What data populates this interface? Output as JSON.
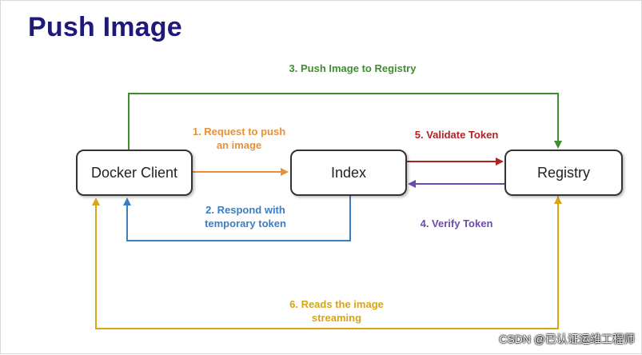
{
  "title": "Push Image",
  "nodes": {
    "client": "Docker Client",
    "index": "Index",
    "registry": "Registry"
  },
  "edges": {
    "push": "3. Push Image to Registry",
    "request": "1. Request to push\nan image",
    "validate": "5. Validate Token",
    "respond": "2. Respond with\ntemporary token",
    "verify": "4. Verify Token",
    "reads": "6. Reads the image\nstreaming"
  },
  "colors": {
    "title": "#1f1a7a",
    "push": "#3f8f2f",
    "request": "#e8913a",
    "validate": "#b02222",
    "respond": "#3b7fc2",
    "verify": "#6b4bb0",
    "reads": "#d7a516"
  },
  "watermark": "CSDN @已认证运维工程师"
}
